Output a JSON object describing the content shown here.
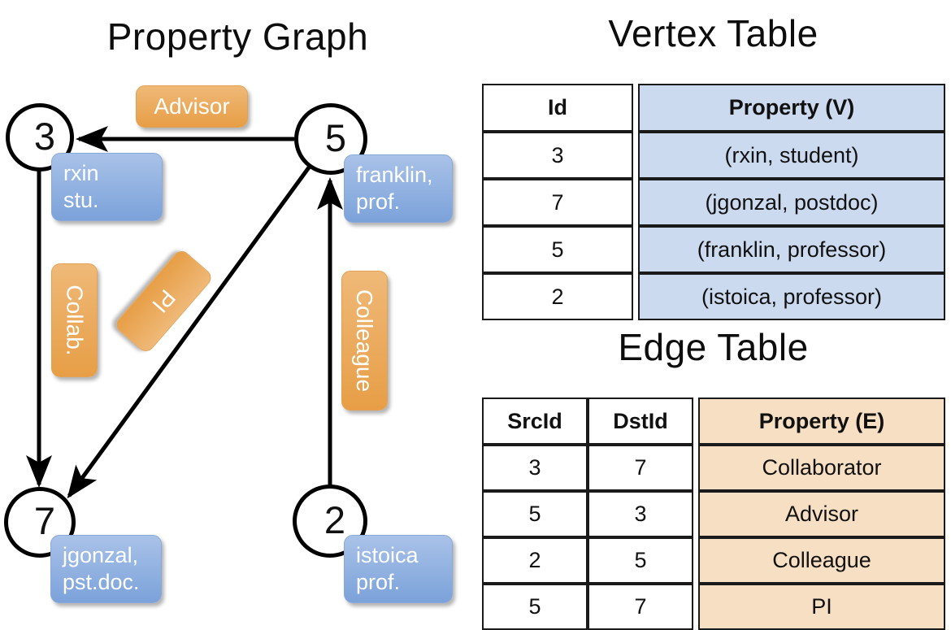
{
  "panels": {
    "graph_title": "Property Graph",
    "vertex_title": "Vertex Table",
    "edge_title": "Edge Table"
  },
  "graph": {
    "nodes": [
      {
        "id": "3",
        "property_label": "rxin\nstu."
      },
      {
        "id": "5",
        "property_label": "franklin,\nprof."
      },
      {
        "id": "7",
        "property_label": "jgonzal,\npst.doc."
      },
      {
        "id": "2",
        "property_label": "istoica\nprof."
      }
    ],
    "node_labels": {
      "n3_line1": "rxin",
      "n3_line2": "stu.",
      "n5_line1": "franklin,",
      "n5_line2": "prof.",
      "n7_line1": "jgonzal,",
      "n7_line2": "pst.doc.",
      "n2_line1": "istoica",
      "n2_line2": "prof."
    },
    "node_ids": {
      "n3": "3",
      "n5": "5",
      "n7": "7",
      "n2": "2"
    },
    "edge_labels": {
      "advisor": "Advisor",
      "collab": "Collab.",
      "pi": "PI",
      "colleague": "Colleague"
    },
    "edges": [
      {
        "src": "5",
        "dst": "3",
        "label": "Advisor"
      },
      {
        "src": "3",
        "dst": "7",
        "label": "Collab."
      },
      {
        "src": "5",
        "dst": "7",
        "label": "PI"
      },
      {
        "src": "2",
        "dst": "5",
        "label": "Colleague"
      }
    ]
  },
  "vertex_table": {
    "headers": [
      "Id",
      "Property (V)"
    ],
    "rows": [
      {
        "id": "3",
        "property": "(rxin, student)"
      },
      {
        "id": "7",
        "property": "(jgonzal, postdoc)"
      },
      {
        "id": "5",
        "property": "(franklin, professor)"
      },
      {
        "id": "2",
        "property": "(istoica, professor)"
      }
    ]
  },
  "edge_table": {
    "headers": [
      "SrcId",
      "DstId",
      "Property (E)"
    ],
    "rows": [
      {
        "src": "3",
        "dst": "7",
        "property": "Collaborator"
      },
      {
        "src": "5",
        "dst": "3",
        "property": "Advisor"
      },
      {
        "src": "2",
        "dst": "5",
        "property": "Colleague"
      },
      {
        "src": "5",
        "dst": "7",
        "property": "PI"
      }
    ]
  },
  "colors": {
    "vertex_box_fill": "#8ab0e0",
    "edge_box_fill": "#e9a553",
    "vertex_table_highlight": "#ccdaef",
    "edge_table_highlight": "#f7dfc4",
    "stroke": "#000000",
    "background": "#ffffff"
  }
}
